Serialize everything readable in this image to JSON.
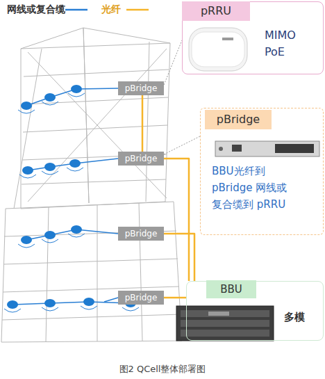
{
  "diagram": {
    "caption": "图2 QCell整体部署图",
    "nodes": [
      {
        "text": [
          "pRRU",
          "MIMO PoE"
        ]
      },
      {
        "text": [
          "pBridge"
        ]
      },
      {
        "text": [
          "pBridge",
          "BBU光纤到 pBridge 网线或复合缆到 pRRU"
        ]
      },
      {
        "text": [
          "pBridge"
        ]
      },
      {
        "text": [
          "pBridge"
        ]
      },
      {
        "text": [
          "BBU",
          "多模"
        ]
      },
      {
        "text": [
          "pBridge"
        ]
      }
    ],
    "edges": [
      {
        "from": 1,
        "to": 3,
        "arrow": "none"
      },
      {
        "from": 3,
        "to": 5,
        "arrow": "none"
      },
      {
        "from": 4,
        "to": 5,
        "arrow": "none"
      },
      {
        "from": 6,
        "to": 5,
        "arrow": "none"
      }
    ],
    "legend": [
      {
        "text": "网线或复合缆"
      },
      {
        "text": "光纤"
      }
    ]
  }
}
